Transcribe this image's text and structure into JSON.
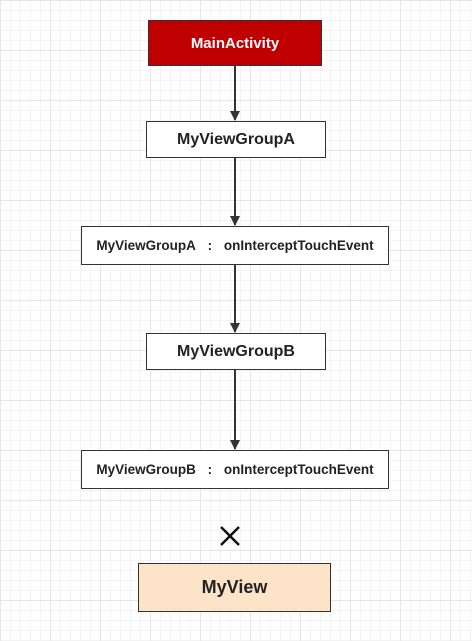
{
  "diagram": {
    "nodes": {
      "main_activity": "MainActivity",
      "view_group_a": "MyViewGroupA",
      "view_group_a_intercept": {
        "owner": "MyViewGroupA",
        "separator": ":",
        "method": "onInterceptTouchEvent"
      },
      "view_group_b": "MyViewGroupB",
      "view_group_b_intercept": {
        "owner": "MyViewGroupB",
        "separator": ":",
        "method": "onInterceptTouchEvent"
      },
      "view": "MyView"
    },
    "blocked_marker": "✕",
    "colors": {
      "main_activity_fill": "#c00000",
      "main_activity_text": "#ffffff",
      "view_fill": "#fde4c8",
      "stroke": "#333333"
    }
  }
}
